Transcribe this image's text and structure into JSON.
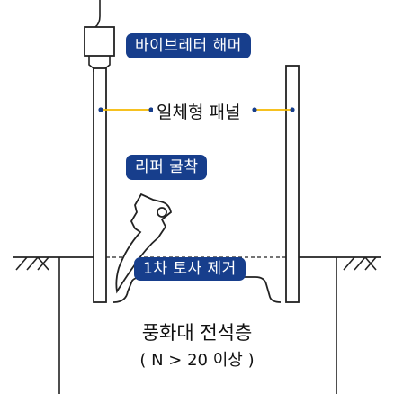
{
  "labels": {
    "vibro_hammer": "바이브레터 해머",
    "integrated_panel": "일체형 패널",
    "ripper_excavation": "리퍼 굴착",
    "soil_removal": "1차 토사 제거",
    "rock_layer": "풍화대 전석층",
    "n_value": "( N > 20 이상 )"
  },
  "colors": {
    "label_fill": "#173e8c",
    "label_text": "#ffffff",
    "leader_line": "#f5b800",
    "leader_dot": "#173e8c",
    "line": "#222222"
  }
}
